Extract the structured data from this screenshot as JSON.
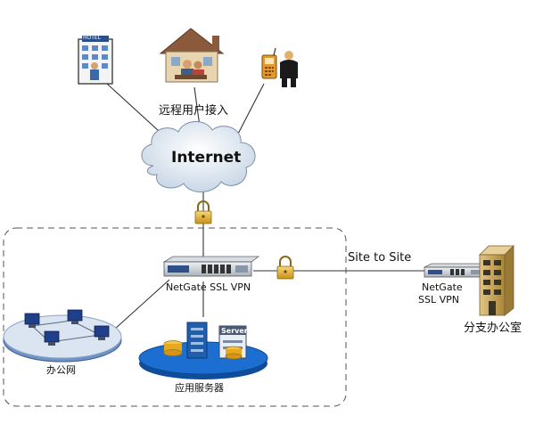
{
  "labels": {
    "remote_access": "远程用户接入",
    "internet": "Internet",
    "hotel_sign": "HOTEL",
    "site_to_site": "Site to Site",
    "main_vpn_line1": "NetGate SSL VPN",
    "branch_vpn_line1": "NetGate",
    "branch_vpn_line2": "SSL VPN",
    "branch_office": "分支办公室",
    "office_lan": "办公网",
    "app_servers": "应用服务器",
    "server_tag": "Server"
  },
  "colors": {
    "line": "#333333",
    "cloud": "#eef3f8",
    "lan_disc": "#5c82b8",
    "server_disc": "#1766c2",
    "lock": "#e2b22e",
    "building": "#c9a458"
  },
  "icons": {
    "hotel": "hotel-building-icon",
    "home": "home-user-icon",
    "mobile": "mobile-user-icon",
    "cloud": "cloud-icon",
    "lock": "padlock-icon",
    "vpn": "vpn-appliance-icon",
    "pc": "desktop-computer-icon",
    "server": "server-rack-icon",
    "branch": "office-building-icon"
  }
}
